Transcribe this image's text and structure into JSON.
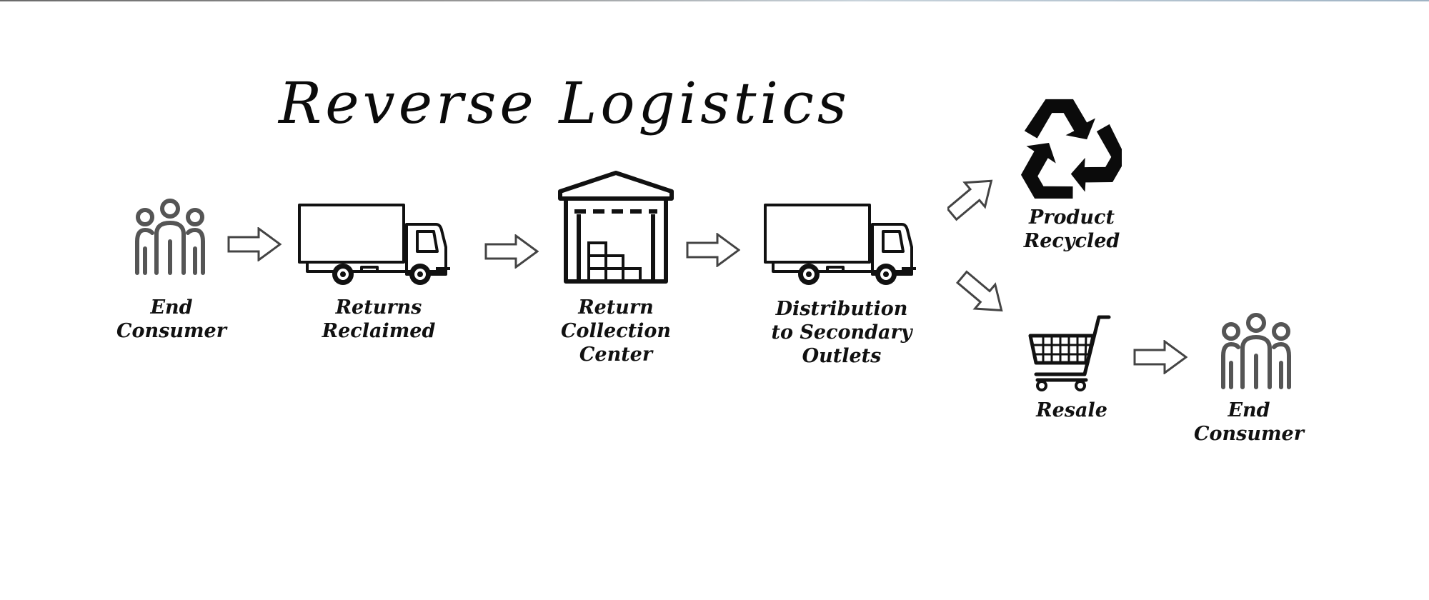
{
  "diagram": {
    "title": "Reverse Logistics",
    "steps": [
      {
        "id": "end-consumer-1",
        "icon": "people-group-icon",
        "lines": [
          "End",
          "Consumer"
        ]
      },
      {
        "id": "returns-reclaimed",
        "icon": "delivery-truck-icon",
        "lines": [
          "Returns",
          "Reclaimed"
        ]
      },
      {
        "id": "return-collection-center",
        "icon": "warehouse-icon",
        "lines": [
          "Return",
          "Collection",
          "Center"
        ]
      },
      {
        "id": "distribution-secondary-outlets",
        "icon": "delivery-truck-icon",
        "lines": [
          "Distribution",
          "to Secondary",
          "Outlets"
        ]
      },
      {
        "id": "product-recycled",
        "icon": "recycle-icon",
        "lines": [
          "Product",
          "Recycled"
        ]
      },
      {
        "id": "resale",
        "icon": "shopping-cart-icon",
        "lines": [
          "Resale"
        ]
      },
      {
        "id": "end-consumer-2",
        "icon": "people-group-icon",
        "lines": [
          "End",
          "Consumer"
        ]
      }
    ],
    "arrows": [
      {
        "from": "end-consumer-1",
        "to": "returns-reclaimed",
        "icon": "right-arrow-icon"
      },
      {
        "from": "returns-reclaimed",
        "to": "return-collection-center",
        "icon": "right-arrow-icon"
      },
      {
        "from": "return-collection-center",
        "to": "distribution-secondary-outlets",
        "icon": "right-arrow-icon"
      },
      {
        "from": "distribution-secondary-outlets",
        "to": "product-recycled",
        "icon": "up-right-arrow-icon"
      },
      {
        "from": "distribution-secondary-outlets",
        "to": "resale",
        "icon": "down-right-arrow-icon"
      },
      {
        "from": "resale",
        "to": "end-consumer-2",
        "icon": "right-arrow-icon"
      }
    ]
  }
}
